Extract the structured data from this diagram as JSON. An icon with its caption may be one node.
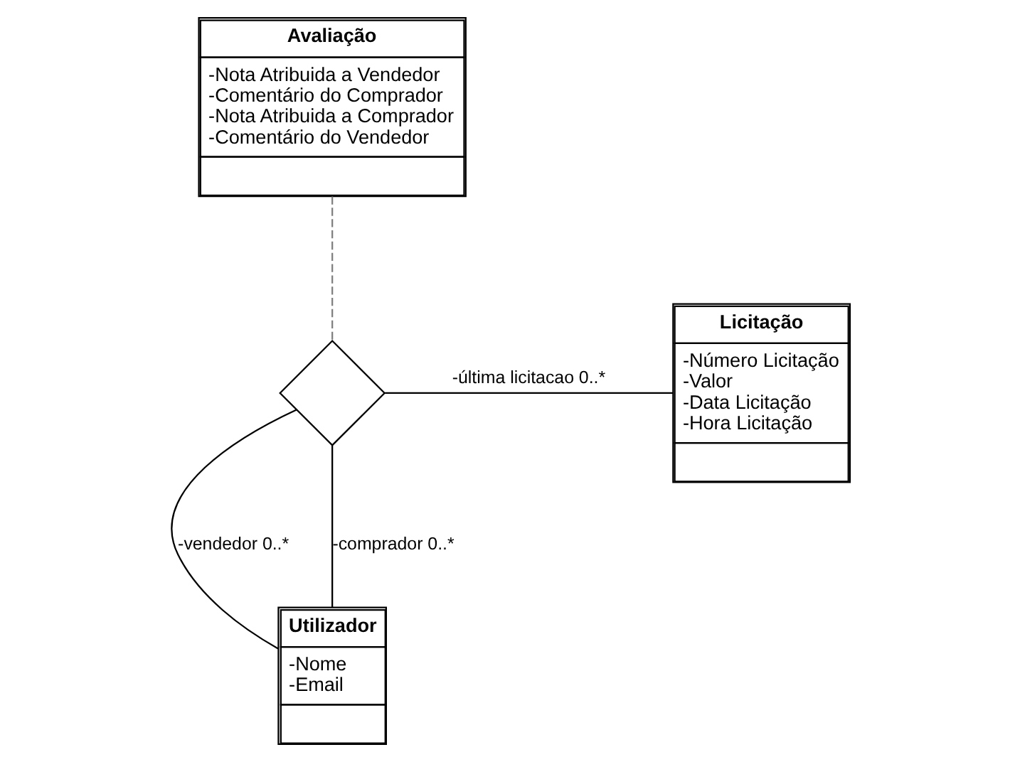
{
  "diagram": {
    "nodes": [
      {
        "text": [
          "Avaliação",
          "-Nota Atribuida a Vendedor",
          "-Comentário do Comprador",
          "-Nota Atribuida a Comprador",
          "-Comentário do Vendedor"
        ]
      },
      {
        "text": [],
        "shape": "diamond"
      },
      {
        "text": [
          "Licitação",
          "-Número Licitação",
          "-Valor",
          "-Data Licitação",
          "-Hora Licitação"
        ]
      },
      {
        "text": [
          "Utilizador",
          "-Nome",
          "-Email"
        ]
      }
    ],
    "edges": [
      {
        "from": 0,
        "to": 1,
        "arrow": "none",
        "style": "dashed",
        "color": "#808080"
      },
      {
        "from": 1,
        "to": 3,
        "arrow": "none",
        "label": "-vendedor 0..*"
      },
      {
        "from": 1,
        "to": 3,
        "arrow": "none",
        "label": "-comprador 0..*"
      },
      {
        "from": 1,
        "to": 2,
        "arrow": "none",
        "label": "-última licitacao 0..*"
      }
    ]
  }
}
